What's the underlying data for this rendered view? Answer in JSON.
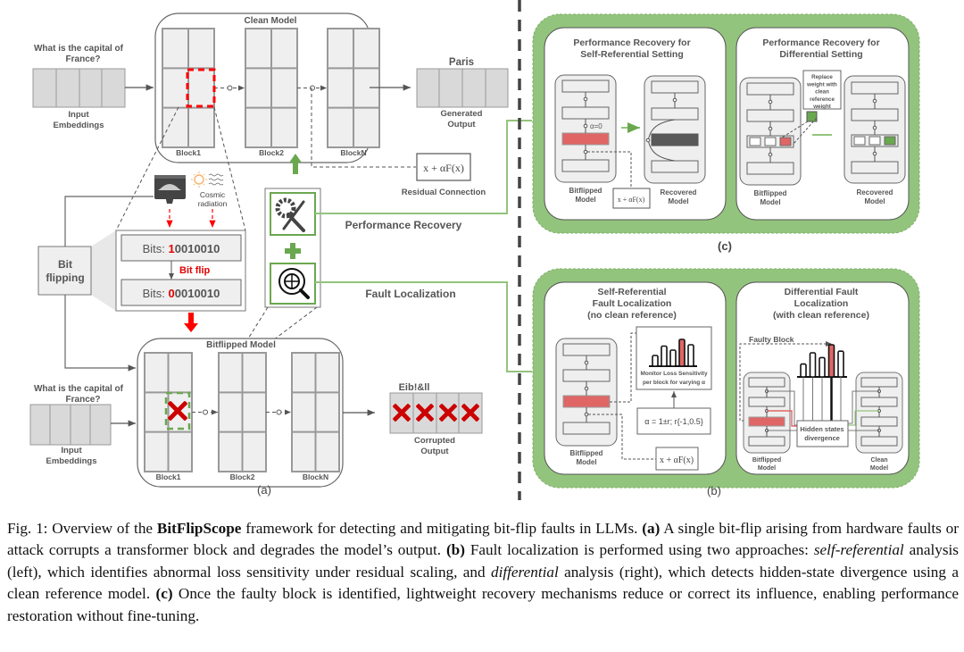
{
  "panel_a": {
    "label": "(a)",
    "clean_model": {
      "title": "Clean Model",
      "question_line1": "What is the capital of",
      "question_line2": "France?",
      "input_label_line1": "Input",
      "input_label_line2": "Embeddings",
      "blocks": [
        "Block1",
        "Block2",
        "BlockN"
      ],
      "output_text": "Paris",
      "output_label_line1": "Generated",
      "output_label_line2": "Output"
    },
    "residual": {
      "formula": "x + αF(x)",
      "label": "Residual Connection"
    },
    "bit_flipping": {
      "label_line1": "Bit",
      "label_line2": "flipping",
      "cosmic_line1": "Cosmic",
      "cosmic_line2": "radiation",
      "bits_prefix": "Bits: ",
      "before_first": "1",
      "before_rest": "0010010",
      "after_first": "0",
      "after_rest": "0010010",
      "flip_label": "Bit flip"
    },
    "tools": {
      "recovery_label": "Performance Recovery",
      "localization_label": "Fault Localization"
    },
    "bitflipped_model": {
      "title": "Bitflipped Model",
      "question_line1": "What is the capital of",
      "question_line2": "France?",
      "input_label_line1": "Input",
      "input_label_line2": "Embeddings",
      "blocks": [
        "Block1",
        "Block2",
        "BlockN"
      ],
      "output_text": "Eib!&ll",
      "output_label_line1": "Corrupted",
      "output_label_line2": "Output"
    }
  },
  "panel_b": {
    "label": "(b)",
    "self_ref": {
      "title_lines": [
        "Self-Referential",
        "Fault Localization",
        "(no clean reference)"
      ],
      "monitor_line1": "Monitor Loss Sensitivity",
      "monitor_line2": "per block for varying α",
      "alpha_formula": "α = 1±r; r{-1,0.5}",
      "residual_formula": "x + αF(x)",
      "model_line1": "Bitflipped",
      "model_line2": "Model",
      "bar_values": [
        0.4,
        0.75,
        0.6,
        1.0,
        0.8
      ],
      "highlight_index": 3
    },
    "differential": {
      "title_lines": [
        "Differential Fault",
        "Localization",
        "(with clean reference)"
      ],
      "faulty_block": "Faulty Block",
      "divergence_line1": "Hidden states",
      "divergence_line2": "divergence",
      "left_model_line1": "Bitflipped",
      "left_model_line2": "Model",
      "right_model_line1": "Clean",
      "right_model_line2": "Model",
      "bar_values": [
        0.4,
        0.75,
        0.6,
        1.0,
        0.8
      ],
      "highlight_index": 3
    }
  },
  "panel_c": {
    "label": "(c)",
    "self_ref": {
      "title_line1": "Performance Recovery for",
      "title_line2": "Self-Referential Setting",
      "alpha_label": "α=0",
      "residual_formula": "x + αF(x)",
      "left_line1": "Bitflipped",
      "left_line2": "Model",
      "right_line1": "Recovered",
      "right_line2": "Model"
    },
    "differential": {
      "title_line1": "Performance Recovery for",
      "title_line2": "Differential Setting",
      "replace_lines": [
        "Replace",
        "weight with",
        "clean",
        "reference",
        "weight"
      ],
      "left_line1": "Bitflipped",
      "left_line2": "Model",
      "right_line1": "Recovered",
      "right_line2": "Model"
    }
  },
  "colors": {
    "green_bg": "#93c47d",
    "green_line": "#6aa84f",
    "red": "#e06666",
    "bright_red": "#ff0000",
    "dark_red": "#cc0000",
    "dark_gray": "#595959",
    "block_fill": "#efefef"
  },
  "caption": {
    "prefix": "Fig. 1: Overview of the ",
    "name": "BitFlipScope",
    "part1": " framework for detecting and mitigating bit-flip faults in LLMs. ",
    "a": "(a)",
    "part2": " A single bit-flip arising from hardware faults or attack corrupts a transformer block and degrades the model’s output. ",
    "b": "(b)",
    "part3": " Fault localization is performed using two approaches: ",
    "self_ref": "self-referential",
    "part4": " analysis (left), which identifies abnormal loss sensitivity under residual scaling, and ",
    "differential": "differential",
    "part5": " analysis (right), which detects hidden-state divergence using a clean reference model. ",
    "c": "(c)",
    "part6": " Once the faulty block is identified, lightweight recovery mechanisms reduce or correct its influence, enabling performance restoration without fine-tuning."
  }
}
